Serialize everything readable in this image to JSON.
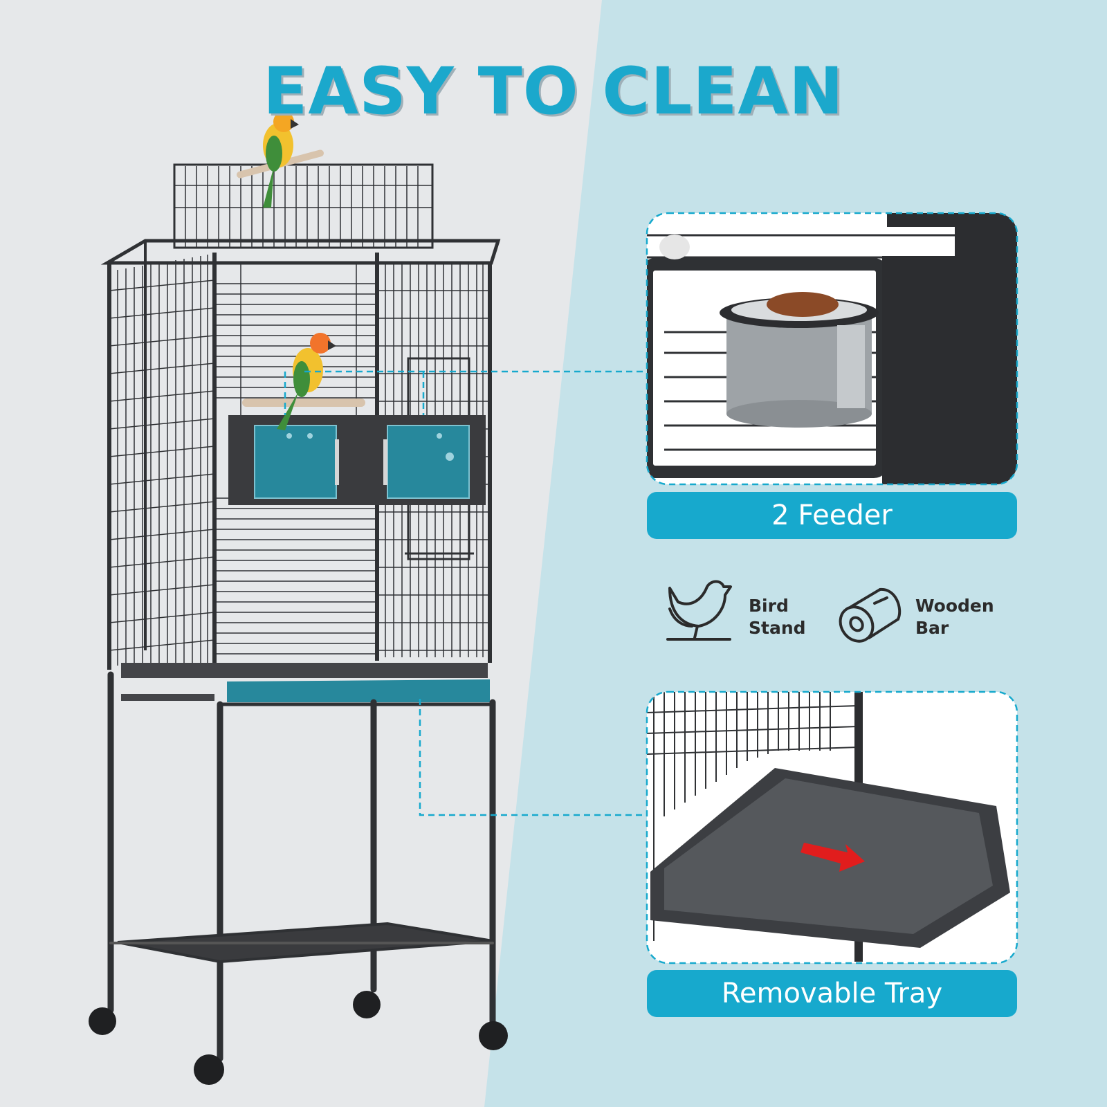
{
  "headline": "EASY TO CLEAN",
  "callouts": {
    "feeder": {
      "label": "2 Feeder",
      "icon": "feeder-bowl-photo"
    },
    "tray": {
      "label": "Removable Tray",
      "icon": "tray-photo"
    }
  },
  "features": [
    {
      "line1": "Bird",
      "line2": "Stand",
      "icon": "bird-icon"
    },
    {
      "line1": "Wooden",
      "line2": "Bar",
      "icon": "wood-log-icon"
    }
  ],
  "colors": {
    "accent": "#17a9cd",
    "right_panel": "#c5e2e9",
    "left_panel": "#e6e8ea",
    "cage_metal": "#2f3134",
    "feeder_door": "#27889c"
  }
}
